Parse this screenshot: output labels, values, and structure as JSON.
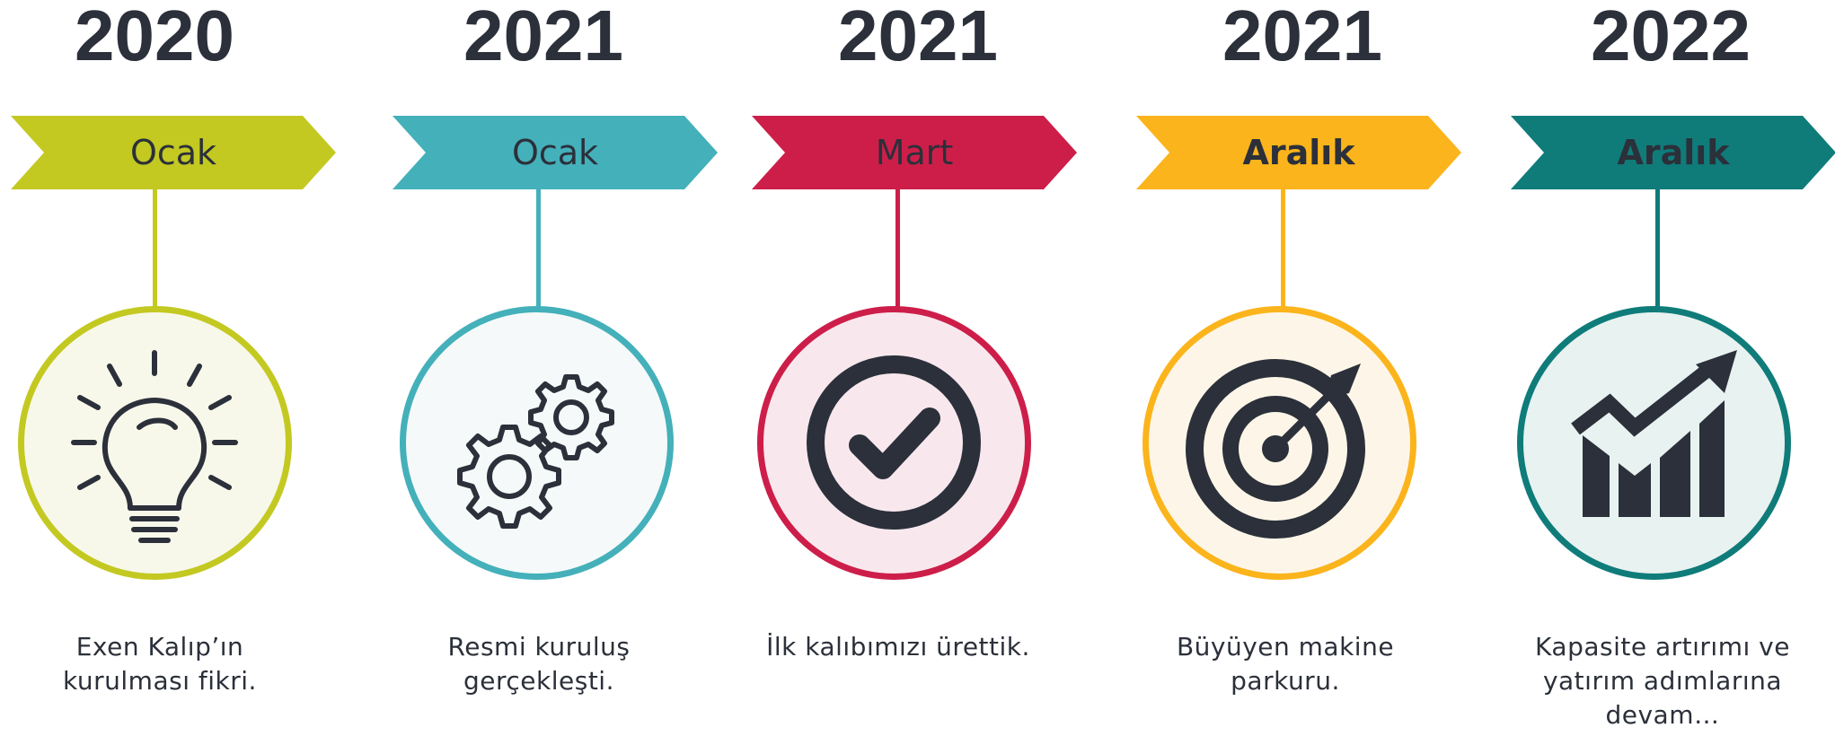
{
  "milestones": [
    {
      "year": "2020",
      "month": "Ocak",
      "month_bold": false,
      "description": "Exen Kalıp’ın kurulması fikri.",
      "color": "#c3c921",
      "fill": "#f7f8ea",
      "icon": "lightbulb-icon"
    },
    {
      "year": "2021",
      "month": "Ocak",
      "month_bold": false,
      "description": "Resmi kuruluş gerçekleşti.",
      "color": "#44b0ba",
      "fill": "#f5f9f9",
      "icon": "gears-icon"
    },
    {
      "year": "2021",
      "month": "Mart",
      "month_bold": false,
      "description": "İlk kalıbımızı ürettik.",
      "color": "#cd1e4a",
      "fill": "#f8e8ee",
      "icon": "checkmark-circle-icon"
    },
    {
      "year": "2021",
      "month": "Aralık",
      "month_bold": true,
      "description": "Büyüyen makine parkuru.",
      "color": "#fbb41b",
      "fill": "#fdf6e8",
      "icon": "target-icon"
    },
    {
      "year": "2022",
      "month": "Aralık",
      "month_bold": true,
      "description": "Kapasite artırımı ve yatırım adımlarına devam…",
      "color": "#0f7c7a",
      "fill": "#e8f2f1",
      "icon": "growth-chart-icon"
    }
  ]
}
